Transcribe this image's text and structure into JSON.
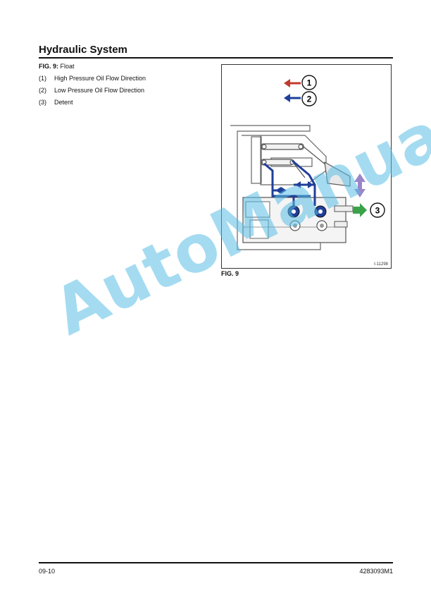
{
  "header": {
    "title": "Hydraulic System"
  },
  "caption": {
    "fig_ref": "FIG. 9:",
    "fig_text": "Float"
  },
  "legend": [
    {
      "num": "(1)",
      "text": "High Pressure Oil Flow Direction"
    },
    {
      "num": "(2)",
      "text": "Low Pressure Oil Flow Direction"
    },
    {
      "num": "(3)",
      "text": "Detent"
    }
  ],
  "figure": {
    "callouts": [
      "1",
      "2",
      "3"
    ],
    "image_id": "I-11298",
    "label": "FIG. 9",
    "colors": {
      "high_pressure": "#c0392b",
      "low_pressure": "#1f3f99",
      "float_motion": "#9a85c9",
      "detent": "#3aa34a",
      "hose_line": "#1f3f99"
    }
  },
  "watermark": {
    "text": "AutoManual",
    "color": "#5abee6"
  },
  "footer": {
    "page": "09-10",
    "doc_number": "4283093M1"
  }
}
